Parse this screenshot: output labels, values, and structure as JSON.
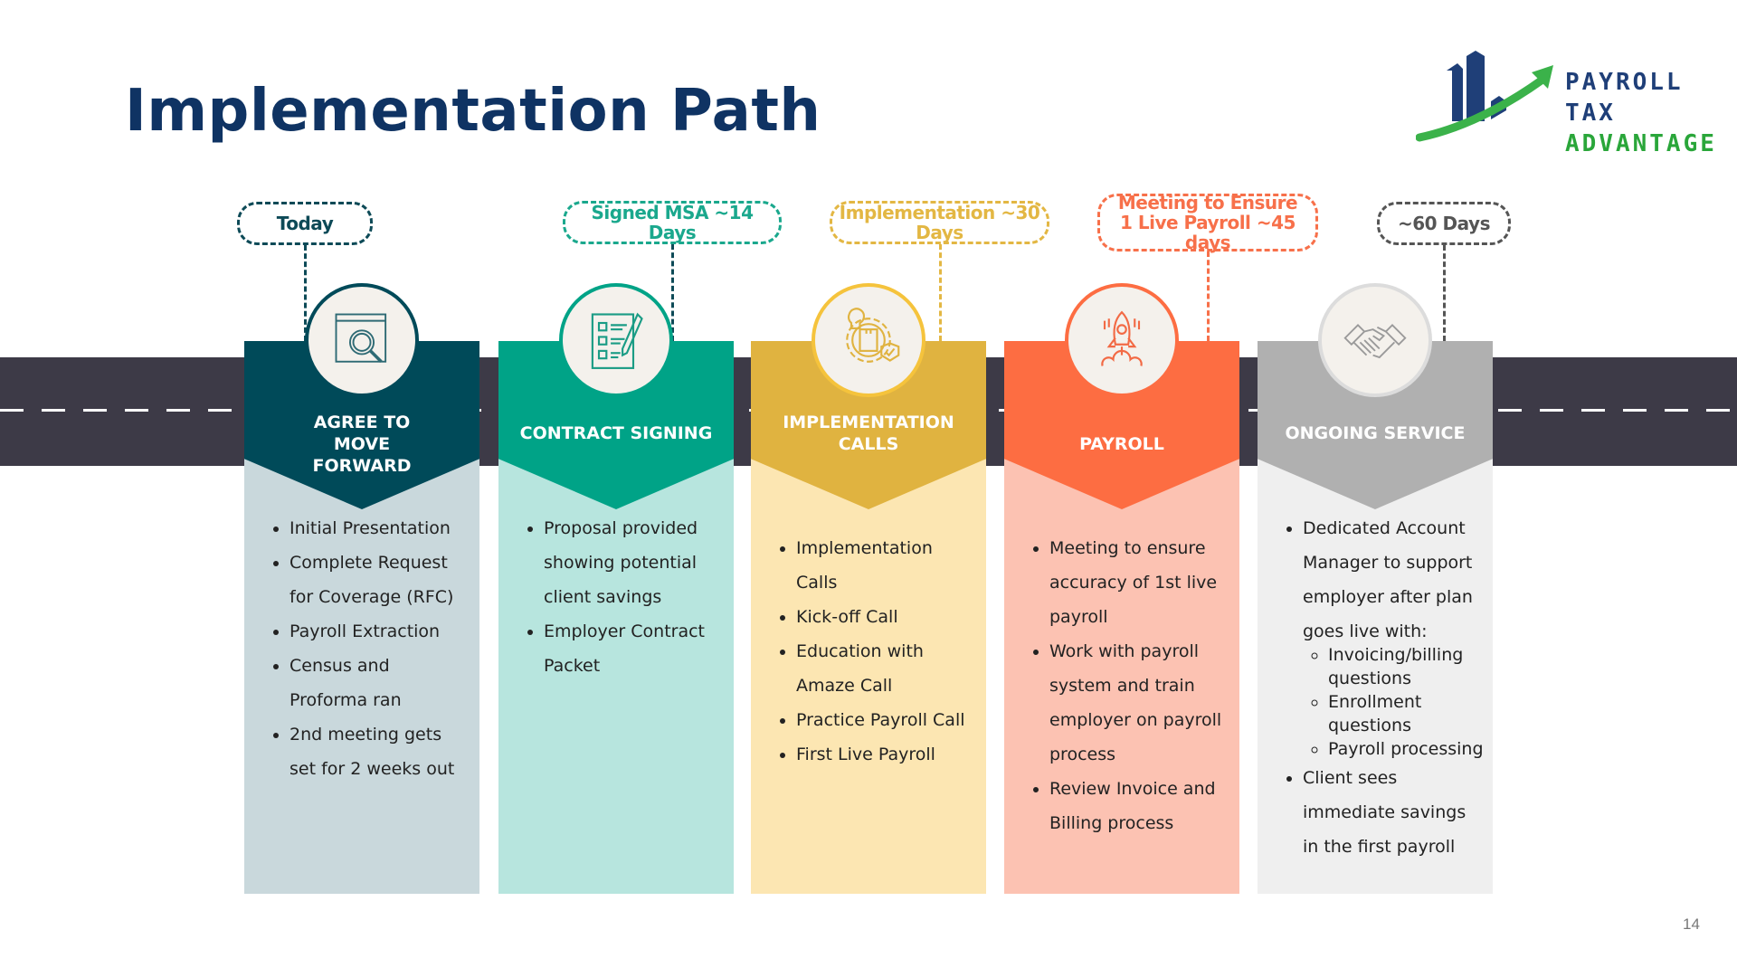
{
  "page": {
    "title": "Implementation Path",
    "page_number": "14"
  },
  "logo": {
    "line1": "PAYROLL TAX",
    "line2": "ADVANTAGE",
    "colors": {
      "primary": "#1f3f78",
      "accent": "#2aa63a"
    }
  },
  "steps": [
    {
      "milestone": "Today",
      "title": "AGREE TO MOVE FORWARD",
      "icon": "browser-search-icon",
      "head_color": "#004a59",
      "body_color": "#c9d8dc",
      "badge_color": "#0d4a57",
      "items": [
        "Initial Presentation",
        "Complete Request for Coverage (RFC)",
        "Payroll Extraction",
        "Census and Proforma ran",
        "2nd meeting gets set for 2 weeks out"
      ]
    },
    {
      "milestone": "Signed MSA ~14 Days",
      "title": "CONTRACT SIGNING",
      "icon": "checklist-pen-icon",
      "head_color": "#00a387",
      "body_color": "#b7e5de",
      "badge_color": "#1aa88d",
      "items": [
        "Proposal provided showing potential client savings",
        "Employer Contract Packet"
      ]
    },
    {
      "milestone": "Implementation ~30 Days",
      "title": "IMPLEMENTATION CALLS",
      "icon": "gear-lightbulb-shield-icon",
      "head_color": "#e0b340",
      "body_color": "#fce6b2",
      "badge_color": "#e3b743",
      "items": [
        "Implementation Calls",
        "Kick-off Call",
        "Education with Amaze Call",
        "Practice Payroll Call",
        "First Live Payroll"
      ]
    },
    {
      "milestone": "Meeting to Ensure 1 Live Payroll ~45 days",
      "title": "PAYROLL",
      "icon": "rocket-launch-icon",
      "head_color": "#fd6d42",
      "body_color": "#fcc2b2",
      "badge_color": "#f7704a",
      "items": [
        "Meeting to ensure accuracy of 1st live payroll",
        "Work with payroll system and train employer on payroll process",
        "Review Invoice and Billing process"
      ]
    },
    {
      "milestone": "~60 Days",
      "title": "ONGOING SERVICE",
      "icon": "handshake-icon",
      "head_color": "#b0b0b0",
      "body_color": "#efefef",
      "badge_color": "#555555",
      "items": [
        "Dedicated Account Manager to support employer after plan goes live with:",
        "Client sees immediate savings in the first payroll"
      ],
      "subitems": [
        "Invoicing/billing questions",
        "Enrollment questions",
        "Payroll processing"
      ]
    }
  ]
}
